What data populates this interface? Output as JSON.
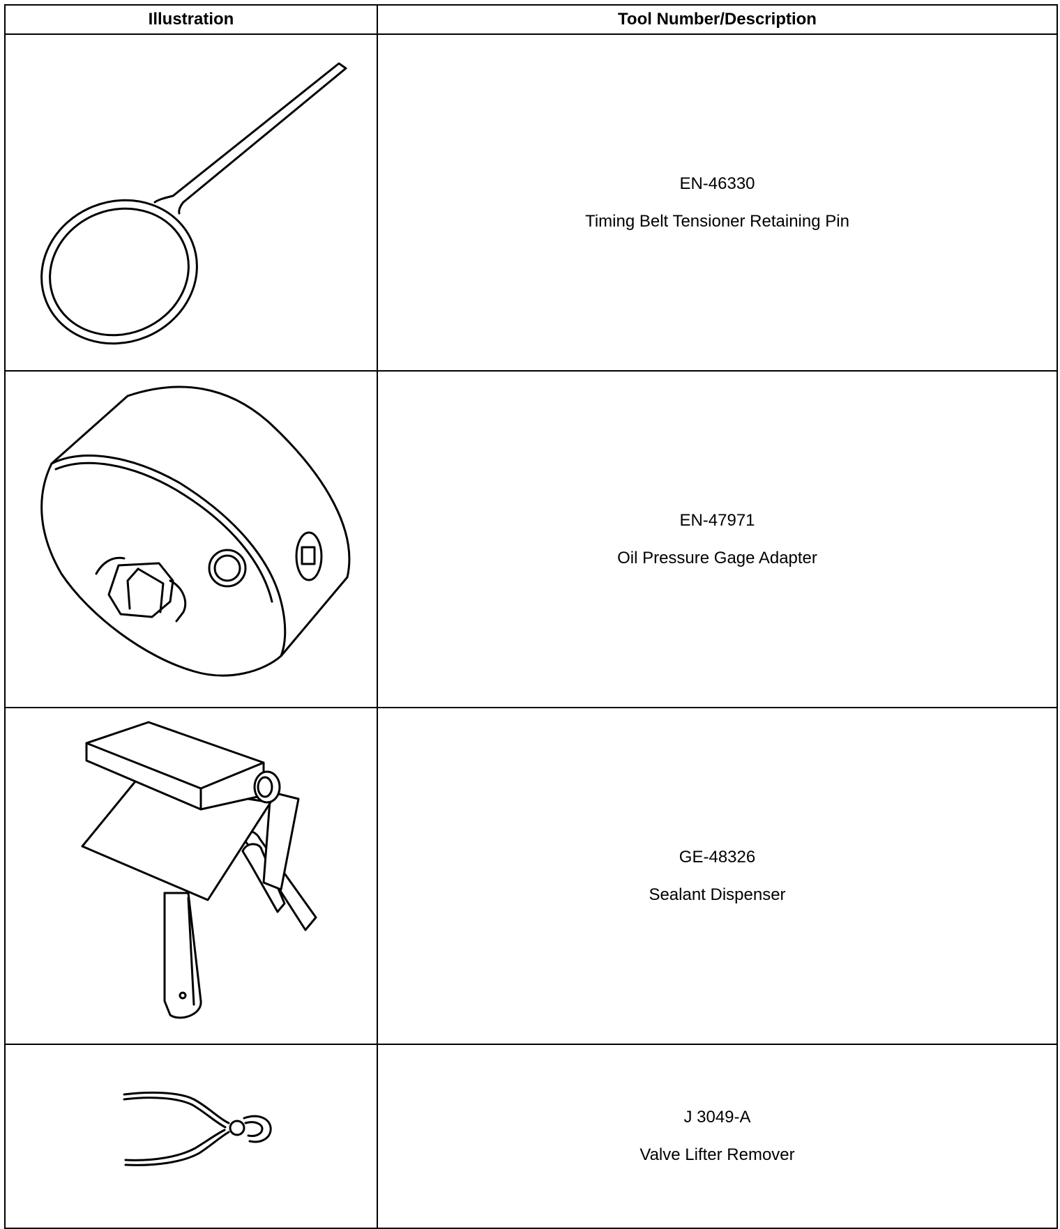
{
  "table": {
    "headers": {
      "illustration": "Illustration",
      "tool": "Tool Number/Description"
    },
    "rows": [
      {
        "number": "EN-46330",
        "description": "Timing Belt Tensioner Retaining Pin",
        "icon": "retaining-pin-icon"
      },
      {
        "number": "EN-47971",
        "description": "Oil Pressure Gage Adapter",
        "icon": "gage-adapter-icon"
      },
      {
        "number": "GE-48326",
        "description": "Sealant Dispenser",
        "icon": "sealant-dispenser-icon"
      },
      {
        "number": "J 3049-A",
        "description": "Valve Lifter Remover",
        "icon": "valve-lifter-remover-icon"
      }
    ]
  }
}
